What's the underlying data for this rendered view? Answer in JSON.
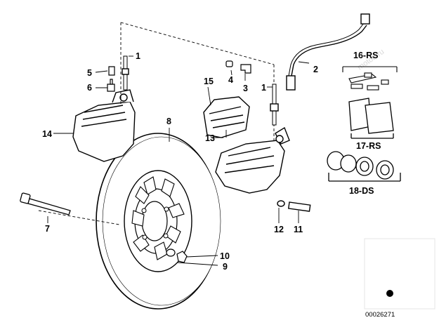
{
  "diagram": {
    "watermark": "motod.ru",
    "reference_number": "00026271",
    "callouts": [
      "1",
      "2",
      "3",
      "4",
      "5",
      "6",
      "7",
      "8",
      "9",
      "10",
      "11",
      "12",
      "13",
      "14",
      "15",
      "1",
      "16-RS",
      "17-RS",
      "18-DS"
    ]
  },
  "colors": {
    "ink": "#000000",
    "watermark": "#d9d9d9",
    "background": "#ffffff"
  }
}
